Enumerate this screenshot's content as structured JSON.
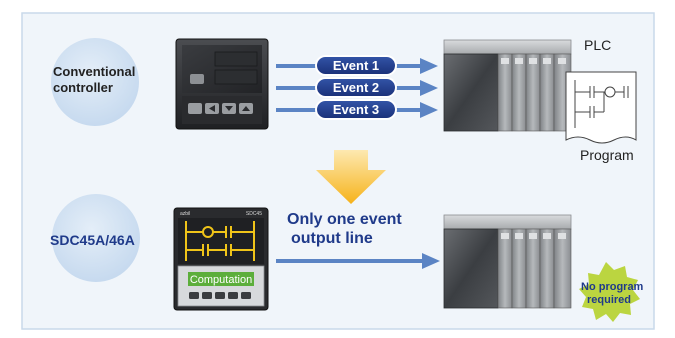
{
  "top_row": {
    "label_line1": "Conventional",
    "label_line2": "controller",
    "events": [
      "Event 1",
      "Event 2",
      "Event 3"
    ],
    "plc_label": "PLC",
    "program_label": "Program"
  },
  "bottom_row": {
    "label_model": "SDC45A/46A",
    "note_line1": "Only one event",
    "note_line2": "output line",
    "device_badge": "Computation",
    "device_logo": "azbil",
    "device_model_tag": "SDC45",
    "burst_line1": "No program",
    "burst_line2": "required"
  },
  "colors": {
    "panel_bg": "#f0f5fa",
    "panel_border": "#c9d9ea",
    "label_circle": "#cfe0f0",
    "arrow": "#5b84c4",
    "event_pill": "#1f3a8a",
    "down_arrow": "#f6b21a",
    "note_text": "#1f3a8a",
    "burst": "#b7d336",
    "computation_badge": "#5cae3b"
  }
}
